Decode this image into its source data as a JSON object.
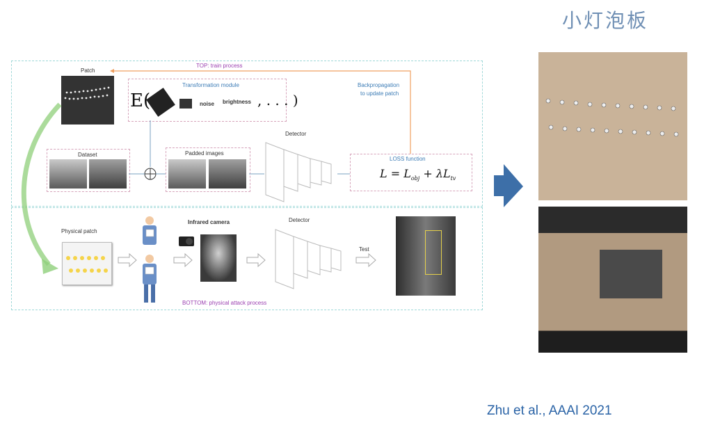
{
  "slide": {
    "title": "小灯泡板",
    "citation": "Zhu et al., AAAI 2021"
  },
  "diagram": {
    "top_caption": "TOP: train process",
    "bottom_caption": "BOTTOM: physical attack process",
    "patch_label": "Patch",
    "transformation_label": "Transformation module",
    "formula_e": "E(",
    "formula_noise": "noise",
    "formula_brightness": "brightness",
    "formula_end": ", . . . )",
    "backprop_line1": "Backpropagation",
    "backprop_line2": "to update patch",
    "dataset_label": "Dataset",
    "padded_label": "Padded images",
    "detector_top_label": "Detector",
    "loss_label": "LOSS function",
    "loss_formula": "L = L",
    "loss_sub1": "obj",
    "loss_mid": " + λL",
    "loss_sub2": "tv",
    "physical_patch_label": "Physical patch",
    "infrared_label": "Infrared camera",
    "detector_bottom_label": "Detector",
    "test_label": "Test"
  },
  "colors": {
    "title": "#6f8fb4",
    "citation": "#2a63a6",
    "panel_border": "#9fd8d8",
    "box_border": "#d6a3ba",
    "caption_purple": "#9b3fb0",
    "backprop_arrow": "#f0a060",
    "big_arrow": "#3d6fa8",
    "green_arc": "#8fcf7a"
  }
}
